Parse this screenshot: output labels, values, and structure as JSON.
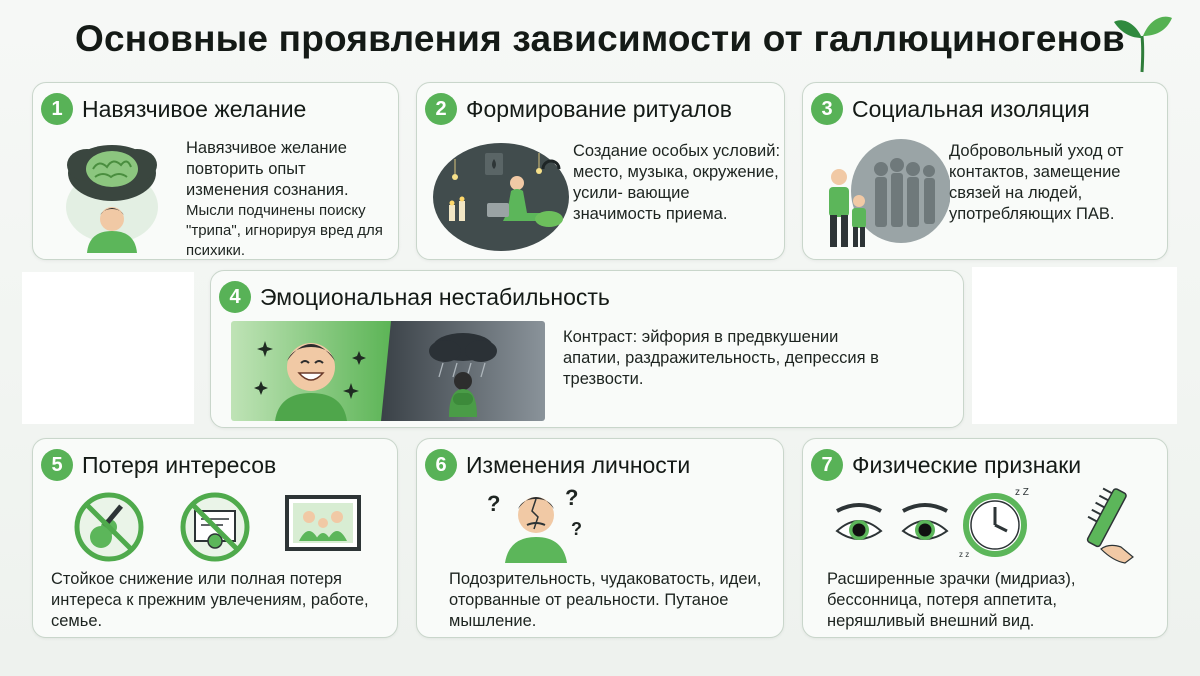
{
  "page": {
    "title": "Основные проявления зависимости от галлюциногенов",
    "logo_icon": "sprout-icon"
  },
  "colors": {
    "accent": "#58b257",
    "card_border": "#c9d6cb",
    "card_bg": "#f9fbf9",
    "dark_scene": "#3d4748"
  },
  "cards": [
    {
      "number": "1",
      "title": "Навязчивое желание",
      "description_line1": "Навязчивое желание повторить опыт изменения сознания.",
      "description_line2": "Мысли подчинены поиску \"трипа\", игнорируя вред для психики.",
      "icon": "brain-in-cloud-icon"
    },
    {
      "number": "2",
      "title": "Формирование ритуалов",
      "description": "Создание особых условий: место, музыка, окружение, усили- вающие значимость приема.",
      "icon": "ritual-scene-icon"
    },
    {
      "number": "3",
      "title": "Социальная изоляция",
      "description": "Добровольный уход от контактов, замещение связей на людей, употребляющих ПАВ.",
      "icon": "isolation-silhouettes-icon"
    },
    {
      "number": "4",
      "title": "Эмоциональная нестабильность",
      "description": "Контраст: эйфория в предвкушении апатии, раздражительность, депрессия в трезвости.",
      "icon": "euphoria-depression-icon"
    },
    {
      "number": "5",
      "title": "Потеря интересов",
      "description": "Стойкое снижение или полная потеря интереса к прежним увлечениям, работе, семье.",
      "icons": [
        "no-guitar-icon",
        "no-certificate-icon",
        "family-photo-icon"
      ]
    },
    {
      "number": "6",
      "title": "Изменения личности",
      "description": "Подозрительность, чудаковатость, идеи, оторванные от реальности. Путаное мышление.",
      "icon": "confused-person-icon"
    },
    {
      "number": "7",
      "title": "Физические признаки",
      "description": "Расширенные зрачки (мидриаз), бессонница, потеря аппетита, неряшливый внешний вид.",
      "icons": [
        "dilated-eyes-icon",
        "insomnia-clock-icon",
        "comb-icon"
      ]
    }
  ]
}
